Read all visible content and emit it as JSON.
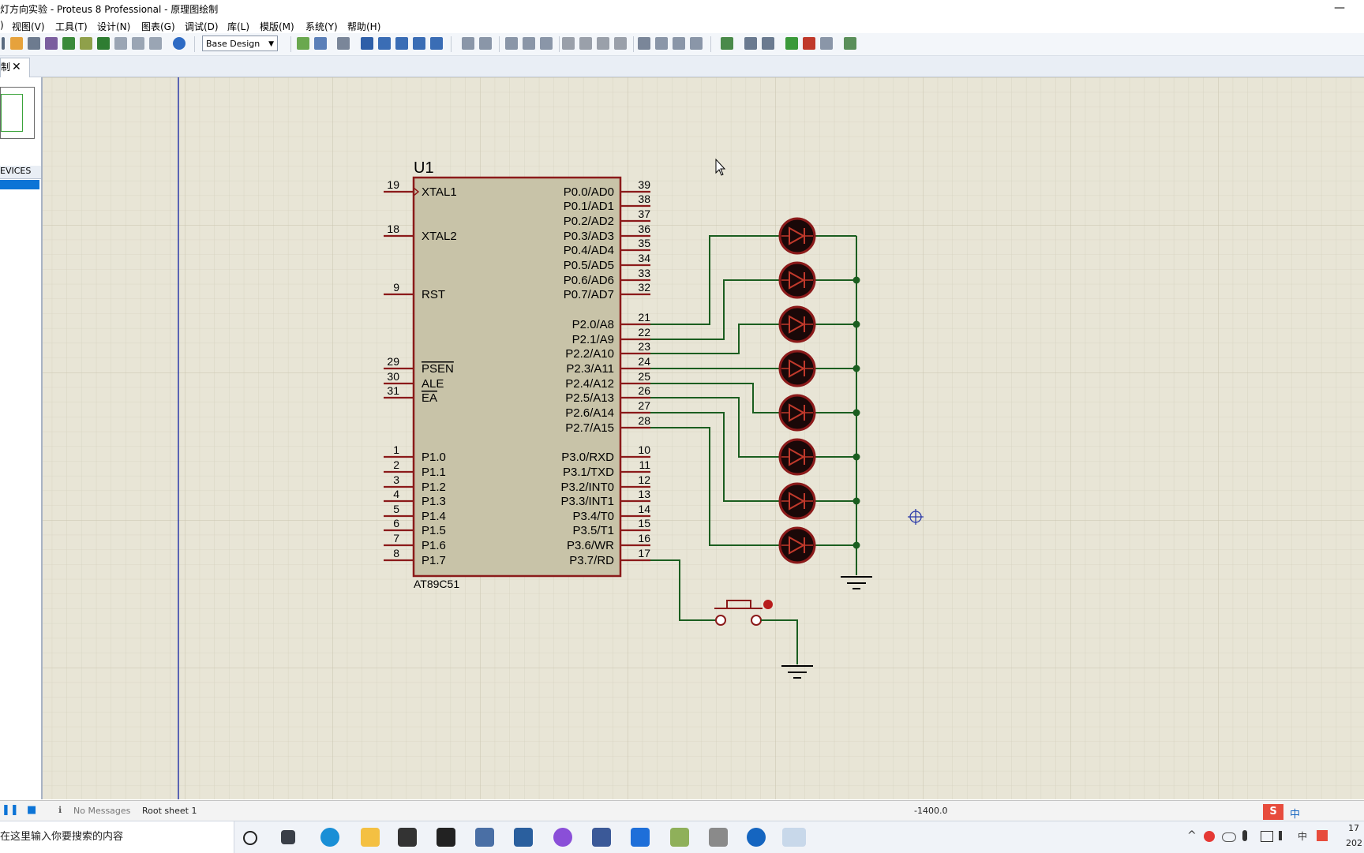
{
  "window": {
    "title": "灯方向实验 - Proteus 8 Professional - 原理图绘制",
    "minimize": "—"
  },
  "menu": [
    "视图(V)",
    "工具(T)",
    "设计(N)",
    "图表(G)",
    "调试(D)",
    "库(L)",
    "模版(M)",
    "系统(Y)",
    "帮助(H)"
  ],
  "toolbar": {
    "design_select": "Base Design"
  },
  "tab": {
    "label": "制",
    "close": "✕"
  },
  "sidebar": {
    "devices_label": "EVICES"
  },
  "schematic": {
    "ref": "U1",
    "part": "AT89C51",
    "left_pins": [
      {
        "num": "19",
        "name": "XTAL1"
      },
      {
        "num": "18",
        "name": "XTAL2"
      },
      {
        "num": "9",
        "name": "RST"
      },
      {
        "num": "29",
        "name": "PSEN"
      },
      {
        "num": "30",
        "name": "ALE"
      },
      {
        "num": "31",
        "name": "EA"
      },
      {
        "num": "1",
        "name": "P1.0"
      },
      {
        "num": "2",
        "name": "P1.1"
      },
      {
        "num": "3",
        "name": "P1.2"
      },
      {
        "num": "4",
        "name": "P1.3"
      },
      {
        "num": "5",
        "name": "P1.4"
      },
      {
        "num": "6",
        "name": "P1.5"
      },
      {
        "num": "7",
        "name": "P1.6"
      },
      {
        "num": "8",
        "name": "P1.7"
      }
    ],
    "right_pins": [
      {
        "num": "39",
        "name": "P0.0/AD0"
      },
      {
        "num": "38",
        "name": "P0.1/AD1"
      },
      {
        "num": "37",
        "name": "P0.2/AD2"
      },
      {
        "num": "36",
        "name": "P0.3/AD3"
      },
      {
        "num": "35",
        "name": "P0.4/AD4"
      },
      {
        "num": "34",
        "name": "P0.5/AD5"
      },
      {
        "num": "33",
        "name": "P0.6/AD6"
      },
      {
        "num": "32",
        "name": "P0.7/AD7"
      },
      {
        "num": "21",
        "name": "P2.0/A8"
      },
      {
        "num": "22",
        "name": "P2.1/A9"
      },
      {
        "num": "23",
        "name": "P2.2/A10"
      },
      {
        "num": "24",
        "name": "P2.3/A11"
      },
      {
        "num": "25",
        "name": "P2.4/A12"
      },
      {
        "num": "26",
        "name": "P2.5/A13"
      },
      {
        "num": "27",
        "name": "P2.6/A14"
      },
      {
        "num": "28",
        "name": "P2.7/A15"
      },
      {
        "num": "10",
        "name": "P3.0/RXD"
      },
      {
        "num": "11",
        "name": "P3.1/TXD"
      },
      {
        "num": "12",
        "name": "P3.2/INT0"
      },
      {
        "num": "13",
        "name": "P3.3/INT1"
      },
      {
        "num": "14",
        "name": "P3.4/T0"
      },
      {
        "num": "15",
        "name": "P3.5/T1"
      },
      {
        "num": "16",
        "name": "P3.6/WR"
      },
      {
        "num": "17",
        "name": "P3.7/RD"
      }
    ],
    "led_count": 8
  },
  "status": {
    "messages": "No Messages",
    "sheet": "Root sheet 1",
    "coord": "-1400.0"
  },
  "taskbar": {
    "search_placeholder": "在这里输入你要搜索的内容",
    "ime": "中",
    "clock_line1": "17",
    "clock_line2": "202"
  },
  "colors": {
    "canvas": "#e8e5d6",
    "grid": "#d6d2c0",
    "grid_major": "#c9c4ae",
    "chip_fill": "#c8c3a8",
    "chip_border": "#8b1a1a",
    "wire": "#1b5e20",
    "led_fill": "#1a0808",
    "led_border": "#8b1a1a",
    "accent": "#0c74d6"
  }
}
